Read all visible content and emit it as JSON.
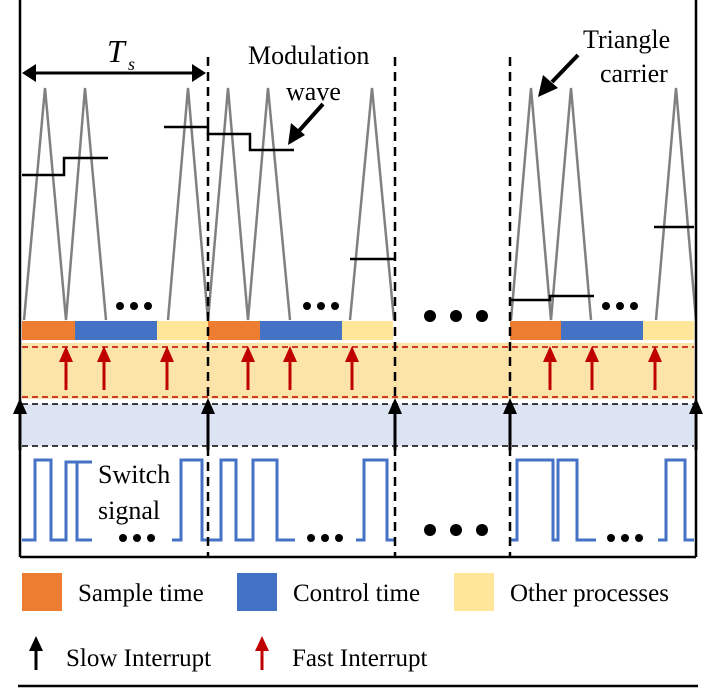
{
  "diagram": {
    "period_label": "T",
    "period_subscript": "s",
    "modulation_label": [
      "Modulation",
      "wave"
    ],
    "carrier_label": [
      "Triangle",
      "carrier"
    ],
    "switch_label": [
      "Switch",
      "signal"
    ]
  },
  "legend": {
    "items": [
      {
        "label": "Sample time",
        "color": "#ED7D31"
      },
      {
        "label": "Control time",
        "color": "#4472C4"
      },
      {
        "label": "Other processes",
        "color": "#FFE699"
      }
    ],
    "interrupts": [
      {
        "label": "Slow Interrupt",
        "color": "#000000"
      },
      {
        "label": "Fast Interrupt",
        "color": "#C00000"
      }
    ]
  },
  "colors": {
    "carrier": "#808080",
    "orange_band": "#FCE4A8",
    "blue_band": "#DCE3F2",
    "switch": "#4472C4",
    "red_dash": "#C00000"
  }
}
